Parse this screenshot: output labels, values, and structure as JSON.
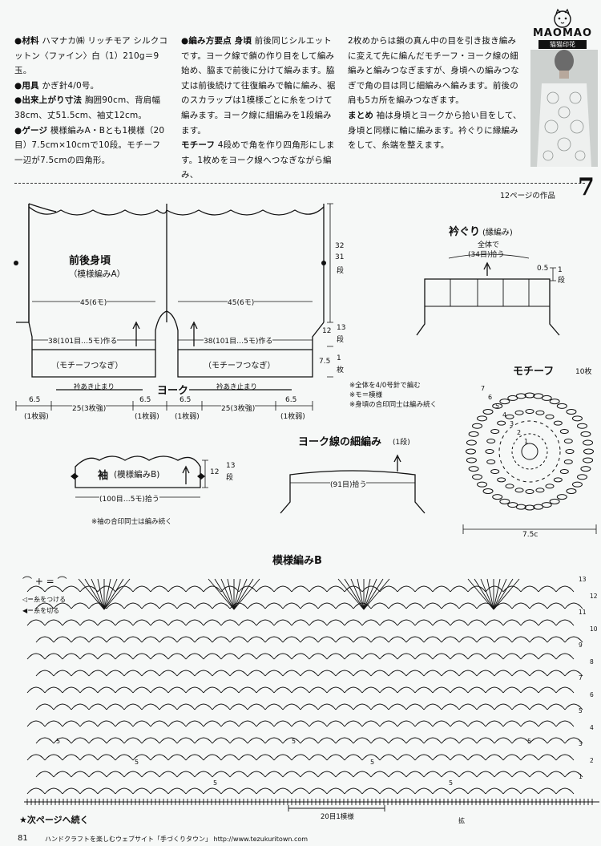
{
  "logo": {
    "text": "MAOMAO",
    "sub": "猫猫印花"
  },
  "header_text": {
    "col1": [
      {
        "label": "●材料",
        "text": "ハマナカ㈱ リッチモア シルクコットン〈ファイン〉白（1）210g＝9玉。"
      },
      {
        "label": "●用具",
        "text": "かぎ針4/0号。"
      },
      {
        "label": "●出来上がり寸法",
        "text": "胸囲90cm、背肩幅38cm、丈51.5cm、袖丈12cm。"
      },
      {
        "label": "●ゲージ",
        "text": "模様編みA・Bとも1模様（20目）7.5cm×10cmで10段。モチーフ 一辺が7.5cmの四角形。"
      }
    ],
    "col2": [
      {
        "label": "●編み方要点 身頃",
        "text": "前後同じシルエットです。ヨーク線で鎖の作り目をして編み始め、脇まで前後に分けて編みます。脇丈は前後続けて往復編みで輪に編み、裾のスカラップは1模様ごとに糸をつけて編みます。ヨーク線に細編みを1段編みます。"
      },
      {
        "label": "モチーフ",
        "text": "4段めで角を作り四角形にします。1枚めをヨーク線へつなぎながら編み、"
      }
    ],
    "col3": [
      {
        "label": "",
        "text": "2枚めからは鎖の真ん中の目を引き抜き編みに変えて先に編んだモチーフ・ヨーク線の細編みと編みつなぎますが、身頃への編みつなぎで角の目は同じ細編みへ編みます。前後の肩も5カ所を編みつなぎます。"
      },
      {
        "label": "まとめ",
        "text": "袖は身頃とヨークから拾い目をして、身頃と同様に輪に編みます。衿ぐりに縁編みをして、糸端を整えます。"
      }
    ]
  },
  "page_tag": "12ページの作品",
  "page_big": "7",
  "body": {
    "title": "前後身頃",
    "subtitle": "（模様編みA）",
    "width_left": "45(6モ)",
    "width_right": "45(6モ)",
    "make_left": "38(101目…5モ)作る",
    "make_right": "38(101目…5モ)作る",
    "join_left": "（モチーフつなぎ）",
    "join_right": "（モチーフつなぎ）",
    "stop_left": "衿あき止まり",
    "stop_right": "衿あき止まり",
    "yoke": "ヨーク",
    "h_total": "32",
    "rows_total": "31",
    "rows_unit": "段",
    "h_yoke": "12",
    "rows_yoke": "13",
    "h_neck": "7.5",
    "rows_neck": "1",
    "rows_neck_unit": "枚",
    "bottom": [
      {
        "cm": "6.5",
        "note": "(1枚弱)"
      },
      {
        "cm": "25(3枚強)",
        "note": ""
      },
      {
        "cm": "6.5",
        "note": "(1枚弱)"
      },
      {
        "cm": "6.5",
        "note": "(1枚弱)"
      },
      {
        "cm": "25(3枚強)",
        "note": ""
      },
      {
        "cm": "6.5",
        "note": "(1枚弱)"
      }
    ]
  },
  "notes": [
    "※全体を4/0号針で編む",
    "※モ＝模様",
    "※身頃の合印同士は編み続く"
  ],
  "collar": {
    "title": "衿ぐり",
    "sub": "(縁編み)",
    "pick1": "全体で",
    "pick2": "(34目)拾う",
    "thick": "0.5",
    "rows": "1",
    "rows_unit": "段"
  },
  "sleeve": {
    "title": "袖",
    "sub": "(模様編みB)",
    "h": "12",
    "rows": "13",
    "rows_unit": "段",
    "pick": "(100目…5モ)拾う",
    "note": "※袖の合印同士は編み続く"
  },
  "yoke_edge": {
    "title": "ヨーク線の細編み",
    "sub": "(1段)",
    "pick": "(91目)拾う"
  },
  "motif": {
    "title": "モチーフ",
    "count": "10枚",
    "size": "7.5c",
    "rounds": [
      "7",
      "6",
      "5",
      "4",
      "3",
      "2",
      "1"
    ]
  },
  "pattern_b": {
    "title": "模様編みB",
    "legend_attach": "＝糸をつける",
    "legend_cut": "＝糸を切る",
    "repeat": "20目1模様",
    "start_label": "拡",
    "row_numbers": [
      "13",
      "12",
      "11",
      "10",
      "9",
      "8",
      "7",
      "6",
      "5",
      "4",
      "3",
      "2",
      "1"
    ],
    "chain_counts": [
      "5",
      "5",
      "5",
      "5",
      "5",
      "5",
      "5"
    ]
  },
  "footer": {
    "continue": "★次ページへ続く",
    "page": "81",
    "site": "ハンドクラフトを楽しむウェブサイト「手づくりタウン」 http://www.tezukuritown.com"
  }
}
